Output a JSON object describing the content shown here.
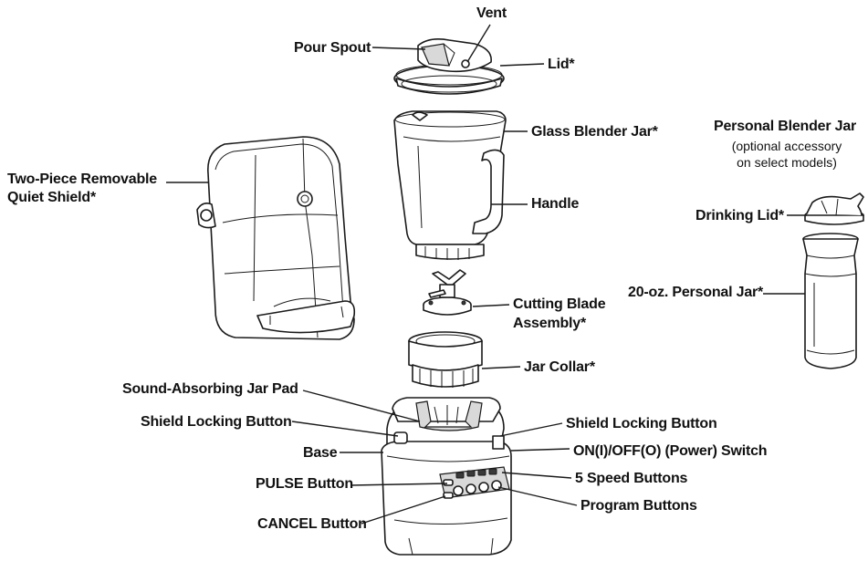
{
  "labels": {
    "vent": "Vent",
    "pour_spout": "Pour Spout",
    "lid": "Lid*",
    "glass_jar": "Glass Blender Jar*",
    "handle": "Handle",
    "quiet_shield_line1": "Two-Piece Removable",
    "quiet_shield_line2": "Quiet Shield*",
    "cutting_blade_line1": "Cutting Blade",
    "cutting_blade_line2": "Assembly*",
    "jar_collar": "Jar Collar*",
    "jar_pad": "Sound-Absorbing Jar Pad",
    "shield_lock_left": "Shield Locking Button",
    "shield_lock_right": "Shield Locking Button",
    "base": "Base",
    "power_switch": "ON(I)/OFF(O) (Power) Switch",
    "pulse": "PULSE Button",
    "speed_buttons": "5 Speed Buttons",
    "program_buttons": "Program Buttons",
    "cancel": "CANCEL Button",
    "personal_jar_title": "Personal Blender Jar",
    "personal_jar_note_line1": "(optional accessory",
    "personal_jar_note_line2": "on select models)",
    "drinking_lid": "Drinking Lid*",
    "personal_jar": "20-oz. Personal Jar*"
  }
}
